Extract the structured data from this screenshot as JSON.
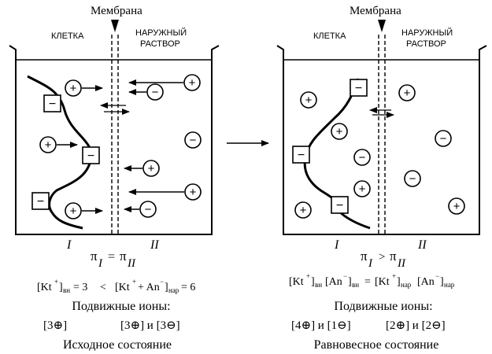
{
  "left": {
    "membrane_label": "Мембрана",
    "cell_label": "КЛЕТКА",
    "outer_label_line1": "НАРУЖНЫЙ",
    "outer_label_line2": "РАСТВОР",
    "roman_left": "I",
    "roman_right": "II",
    "pi_symbol": "π",
    "pi_sub_left": "I",
    "pi_relation": "=",
    "pi_sub_right": "II",
    "eq_kt": "[Kt",
    "eq_sup_plus": "+",
    "eq_close": "]",
    "eq_sub_in": "вн",
    "eq_value_left": "= 3",
    "eq_less": "<",
    "eq_open_sum": "[Kt",
    "eq_an_minus": "+ An",
    "eq_sup_minus": "−",
    "eq_sub_out": "нар",
    "eq_value_right": "= 6",
    "mobile_ions": "Подвижные ионы:",
    "ions_left": "[3⊕]",
    "ions_right": "[3⊕] и [3⊖]",
    "state": "Исходное состояние"
  },
  "right": {
    "membrane_label": "Мембрана",
    "cell_label": "КЛЕТКА",
    "outer_label_line1": "НАРУЖНЫЙ",
    "outer_label_line2": "РАСТВОР",
    "roman_left": "I",
    "roman_right": "II",
    "pi_symbol": "π",
    "pi_sub_left": "I",
    "pi_relation": ">",
    "pi_sub_right": "II",
    "eq_kt": "[Kt",
    "eq_sup_plus": "+",
    "eq_close": "]",
    "eq_sub_in": "вн",
    "eq_an": "[An",
    "eq_sup_minus": "−",
    "eq_equals": "=",
    "eq_sub_out": "нар",
    "mobile_ions": "Подвижные ионы:",
    "ions_left": "[4⊕] и [1⊖]",
    "ions_right": "[2⊕] и [2⊖]",
    "state": "Равновесное состояние"
  },
  "icons": {
    "plus": "+",
    "minus": "−"
  }
}
